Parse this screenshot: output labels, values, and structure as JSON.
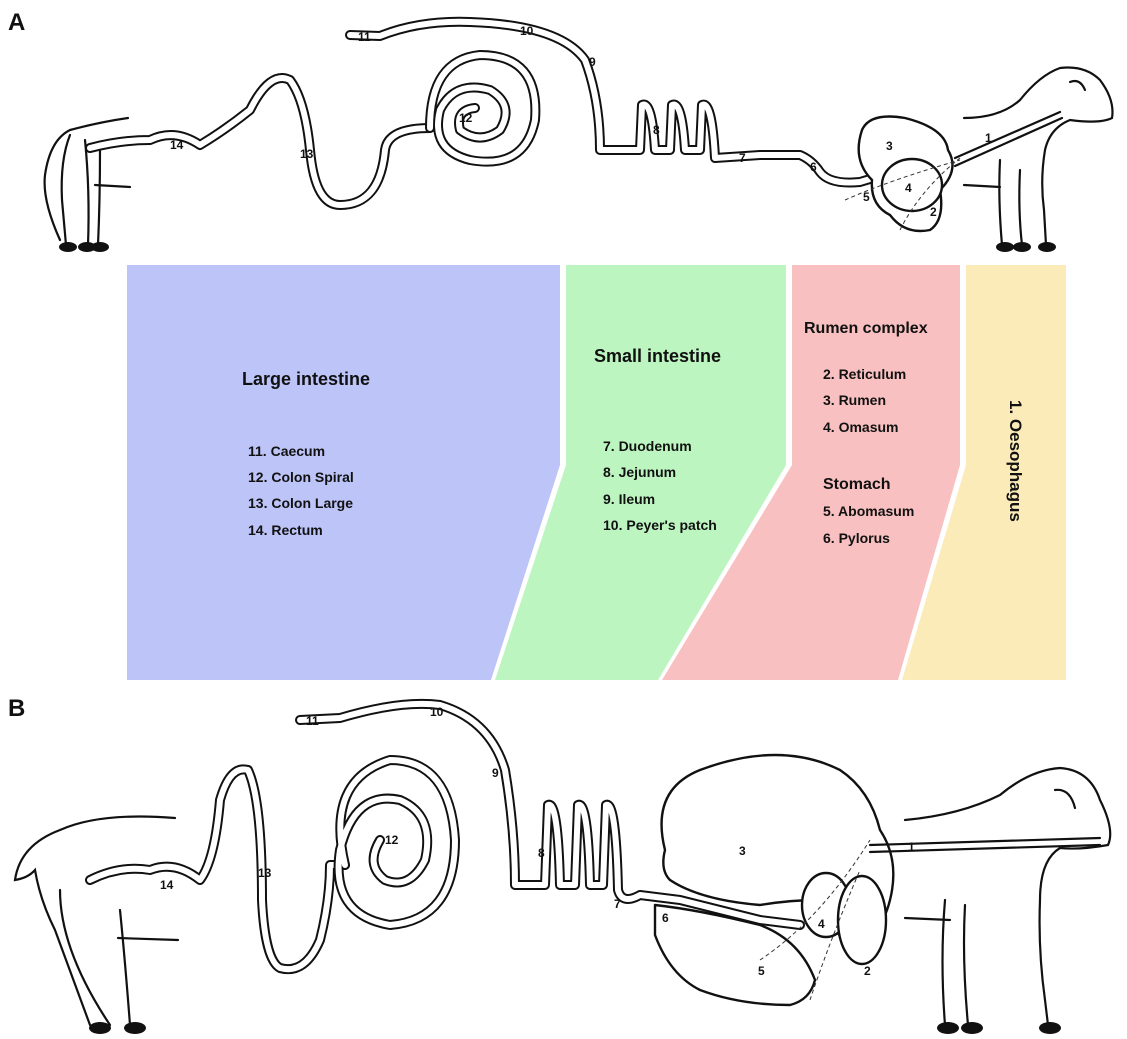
{
  "panels": {
    "a": "A",
    "b": "B"
  },
  "numbers": [
    "1",
    "2",
    "3",
    "4",
    "5",
    "6",
    "7",
    "8",
    "9",
    "10",
    "11",
    "12",
    "13",
    "14"
  ],
  "colors": {
    "large_intestine": "#bcc4f8",
    "small_intestine": "#bdf5c1",
    "rumen_stomach": "#f8c0c0",
    "oesophagus": "#fbebb8"
  },
  "sections": {
    "large_intestine": {
      "title": "Large intestine",
      "items": [
        "11. Caecum",
        "12. Colon Spiral",
        "13. Colon Large",
        "14. Rectum"
      ]
    },
    "small_intestine": {
      "title": "Small intestine",
      "items": [
        "7. Duodenum",
        "8. Jejunum",
        "9. Ileum",
        "10. Peyer's patch"
      ]
    },
    "rumen_complex": {
      "title": "Rumen complex",
      "items": [
        "2. Reticulum",
        "3. Rumen",
        "4. Omasum"
      ]
    },
    "stomach": {
      "title": "Stomach",
      "items": [
        "5. Abomasum",
        "6. Pylorus"
      ]
    },
    "oesophagus": {
      "title": "1. Oesophagus"
    }
  }
}
